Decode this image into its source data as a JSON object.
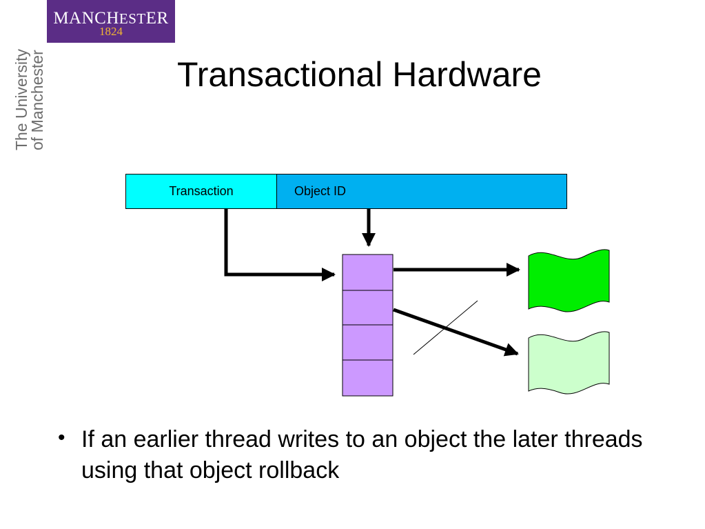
{
  "logo": {
    "main_prefix": "MANCH",
    "main_small": "EST",
    "main_suffix": "ER",
    "year": "1824",
    "color_bg": "#5b2d86",
    "color_year": "#f2b632"
  },
  "sidebar": {
    "line1": "The University",
    "line2": "of Manchester"
  },
  "title": "Transactional Hardware",
  "diagram": {
    "fields": [
      "Transaction",
      "Object ID"
    ],
    "table_cells": 4,
    "colors": {
      "transaction": "#00ffff",
      "object_id": "#00b0f0",
      "table": "#cc99ff",
      "current_object": "#00ee00",
      "stale_object": "#ccffcc"
    }
  },
  "bullets": [
    "If an earlier thread writes to an object the later threads using that object rollback"
  ]
}
